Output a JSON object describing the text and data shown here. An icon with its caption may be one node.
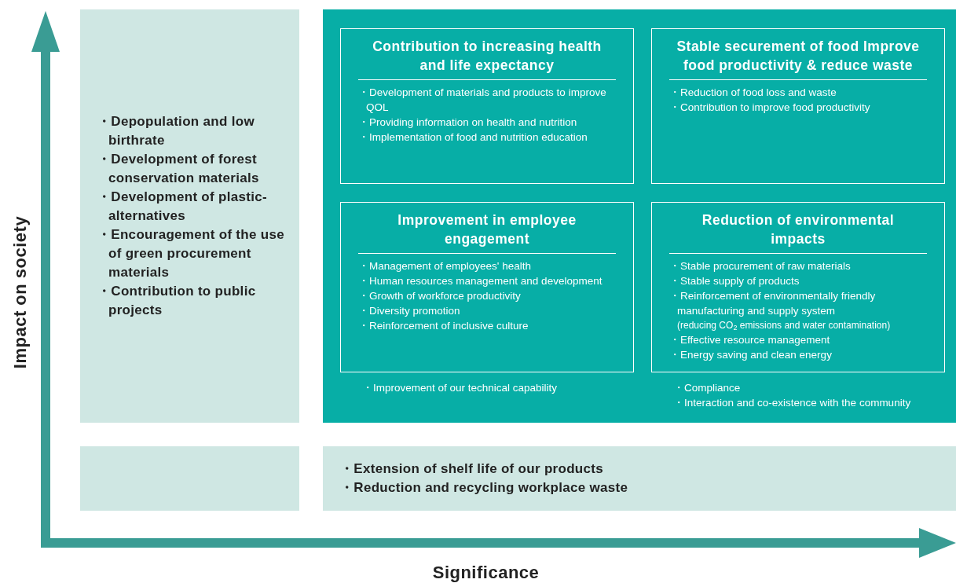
{
  "diagram": {
    "nodes": [
      {
        "text": [
          "・Depopulation and low birthrate",
          "・Development of forest conservation materials",
          "・Development of plastic-alternatives",
          "・Encouragement of the use of green procurement materials",
          "・Contribution to public projects"
        ]
      },
      {
        "text": [
          "・Improvement of our technical capability",
          "・Compliance",
          "・Interaction and co-existence with the community"
        ]
      },
      {
        "text": [
          "Contribution to increasing health and life expectancy",
          "・Development of materials and products to improve QOL",
          "・Providing information on health and nutrition",
          "・Implementation of food and nutrition education"
        ],
        "in": 1
      },
      {
        "text": [
          "Stable securement of food Improve food productivity & reduce waste",
          "・Reduction of food loss and waste",
          "・Contribution to improve food productivity"
        ],
        "in": 1
      },
      {
        "text": [
          "Improvement in employee engagement",
          "・Management of employees' health",
          "・Human resources management and development",
          "・Growth of workforce productivity",
          "・Diversity promotion",
          "・Reinforcement of inclusive culture"
        ],
        "in": 1
      },
      {
        "text": [
          "Reduction of environmental impacts",
          "・Stable procurement of raw materials",
          "・Stable supply of products",
          "・Reinforcement of environmentally friendly manufacturing and supply system",
          "(reducing CO$_{2}$ emissions and water contamination)",
          "・Effective resource management",
          "・Energy saving and clean energy"
        ],
        "in": 1
      },
      {
        "text": [],
        "shape": "box"
      },
      {
        "text": [
          "・Extension of shelf life of our products",
          "・Reduction and recycling workplace waste"
        ]
      }
    ],
    "labels": [
      "Impact on society",
      "Significance"
    ]
  }
}
